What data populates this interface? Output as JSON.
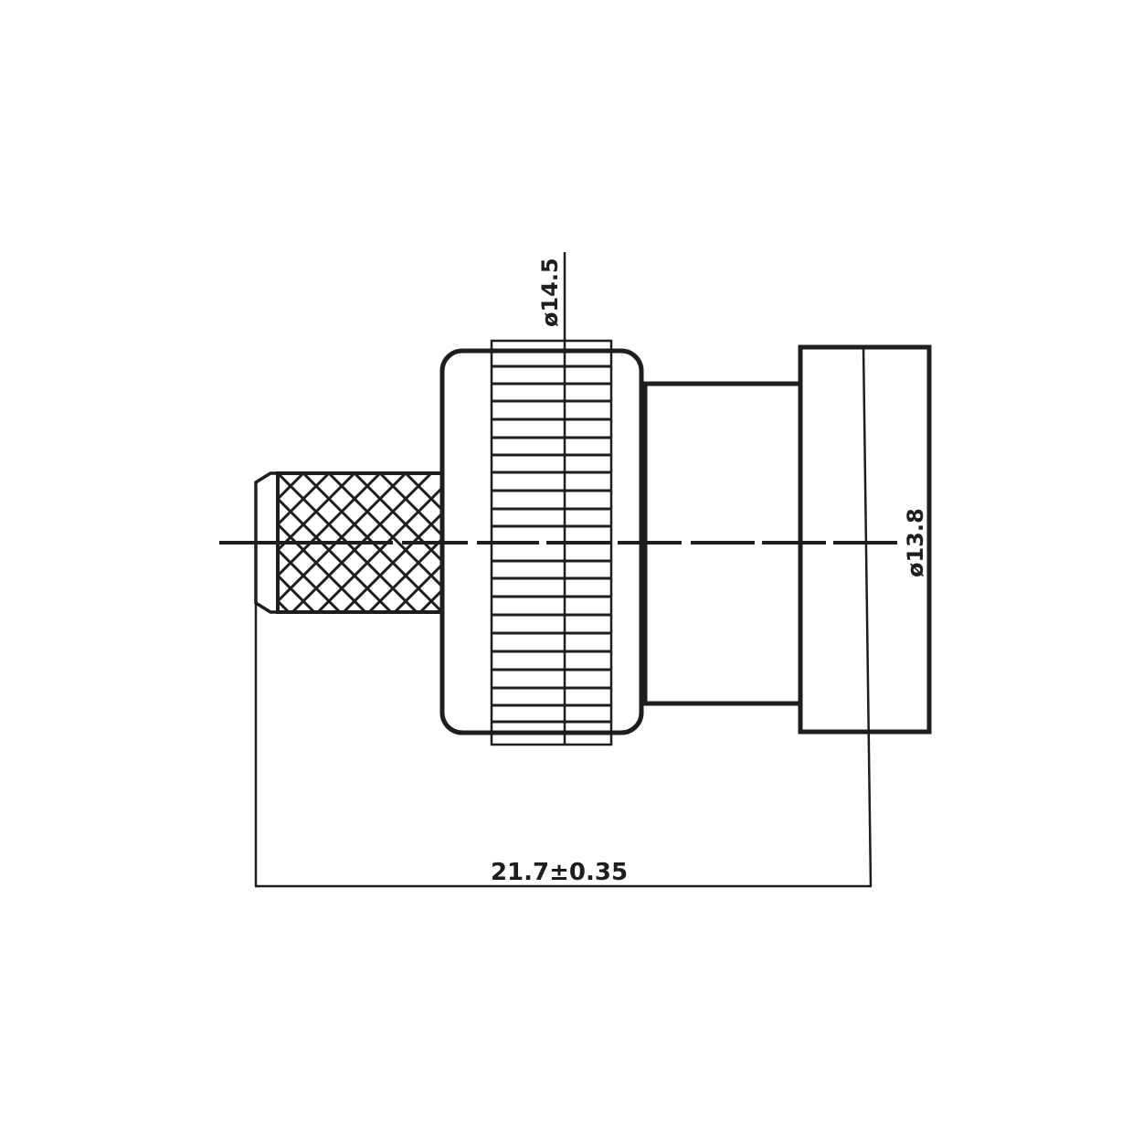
{
  "drawing": {
    "type": "technical-drawing",
    "subject": "connector side view",
    "stroke_color": "#1e1e1e",
    "background_color": "#ffffff"
  },
  "dimensions": {
    "knurl_diameter": "ø14.5",
    "rear_diameter": "ø13.8",
    "overall_length": "21.7±0.35"
  }
}
